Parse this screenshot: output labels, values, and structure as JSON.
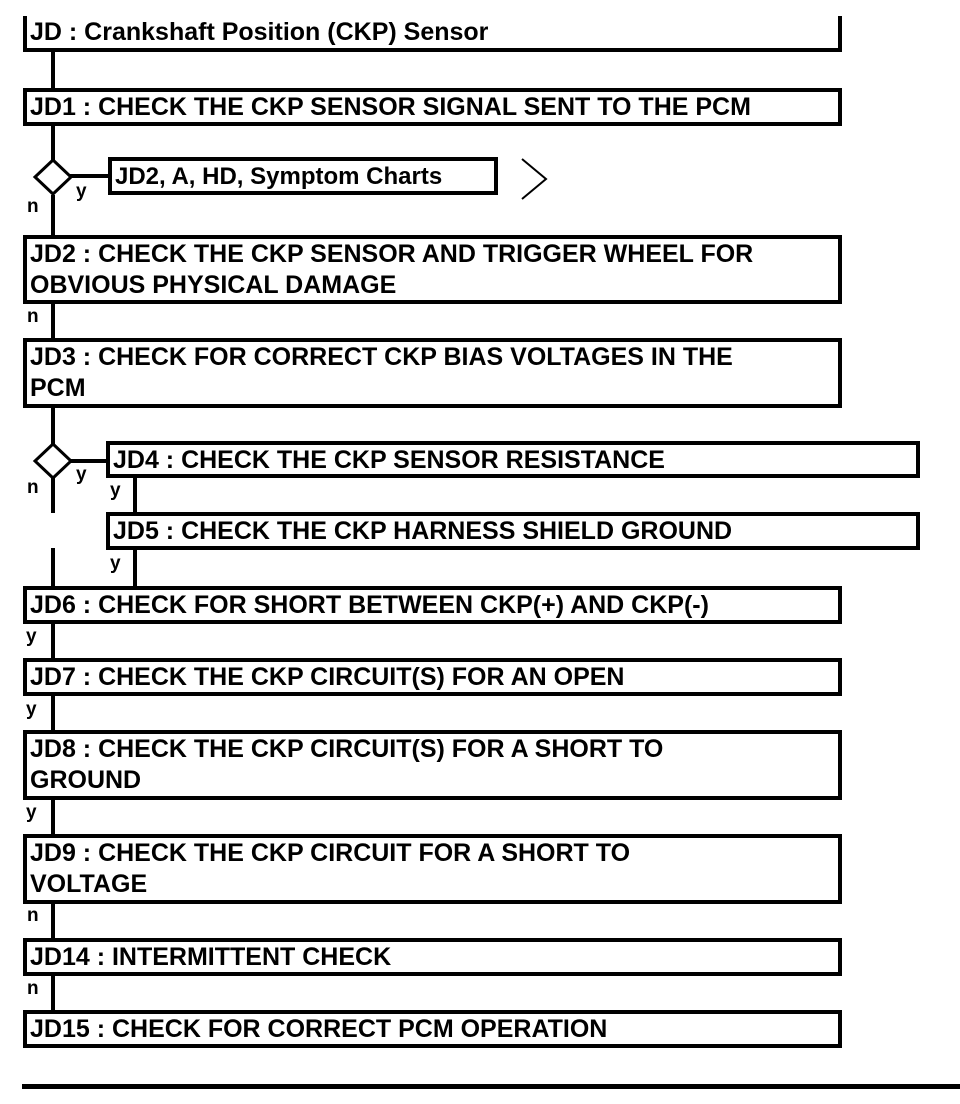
{
  "flowchart": {
    "title_box": "JD : Crankshaft Position (CKP) Sensor",
    "steps": {
      "jd1": "JD1 : CHECK THE CKP SENSOR SIGNAL SENT TO THE PCM",
      "branch1_target": "JD2, A, HD, Symptom Charts",
      "jd2_line1": "JD2 : CHECK THE CKP SENSOR AND TRIGGER WHEEL FOR",
      "jd2_line2": "OBVIOUS PHYSICAL DAMAGE",
      "jd3_line1": "JD3 : CHECK FOR CORRECT CKP BIAS VOLTAGES IN THE",
      "jd3_line2": "PCM",
      "jd4": "JD4 : CHECK THE CKP SENSOR RESISTANCE",
      "jd5": "JD5 : CHECK THE CKP HARNESS SHIELD GROUND",
      "jd6": "JD6 : CHECK FOR SHORT BETWEEN CKP(+) AND CKP(-)",
      "jd7": "JD7 : CHECK THE CKP CIRCUIT(S) FOR AN OPEN",
      "jd8_line1": "JD8 : CHECK THE CKP CIRCUIT(S) FOR A SHORT TO",
      "jd8_line2": "GROUND",
      "jd9_line1": "JD9 : CHECK THE CKP CIRCUIT FOR A SHORT TO",
      "jd9_line2": "VOLTAGE",
      "jd14": "JD14 : INTERMITTENT CHECK",
      "jd15": "JD15 : CHECK FOR CORRECT PCM OPERATION"
    },
    "labels": {
      "yes": "y",
      "no": "n"
    }
  }
}
